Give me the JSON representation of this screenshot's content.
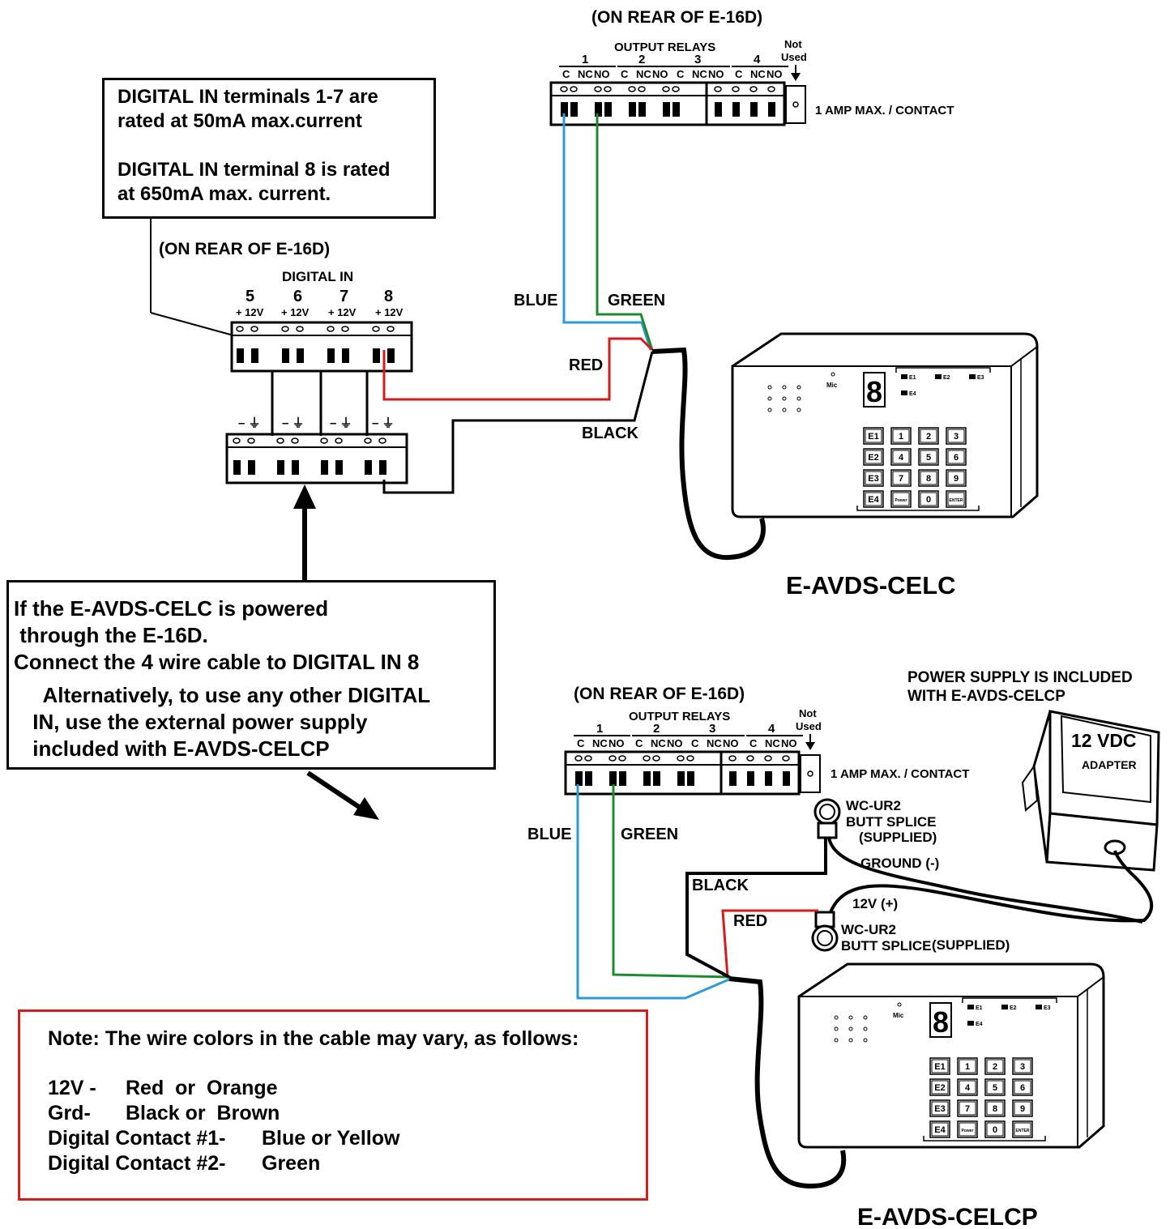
{
  "top_section": {
    "rear_label_relays": "(ON REAR OF E-16D)",
    "output_relays_label": "OUTPUT RELAYS",
    "relay_numbers": [
      "1",
      "2",
      "3",
      "4"
    ],
    "terminal_labels": [
      "C",
      "NC",
      "NO"
    ],
    "not_used_label": [
      "Not",
      "Used"
    ],
    "amp_label": "1 AMP MAX. / CONTACT",
    "rear_label_digital": "(ON REAR OF E-16D)",
    "digital_in_label": "DIGITAL IN",
    "digital_in_numbers": [
      "5",
      "6",
      "7",
      "8"
    ],
    "plus_12v_label": "+ 12V",
    "ground_symbol_label": "– ⏚",
    "wire_labels": {
      "blue": "BLUE",
      "green": "GREEN",
      "red": "RED",
      "black": "BLACK"
    },
    "device_name": "E-AVDS-CELC"
  },
  "ratings_box": {
    "lines": [
      "DIGITAL IN terminals 1-7 are",
      "rated at 50mA max.current",
      "",
      "DIGITAL IN terminal 8 is rated",
      "at 650mA max. current."
    ]
  },
  "power_box": {
    "lines": [
      "If the E-AVDS-CELC is powered",
      " through the E-16D.",
      "Connect the 4 wire cable to DIGITAL IN 8",
      "  Alternatively, to use any other DIGITAL",
      " IN, use the external power supply",
      " included with E-AVDS-CELCP"
    ]
  },
  "bottom_section": {
    "rear_label_relays": "(ON REAR OF E-16D)",
    "output_relays_label": "OUTPUT RELAYS",
    "relay_numbers": [
      "1",
      "2",
      "3",
      "4"
    ],
    "terminal_labels": [
      "C",
      "NC",
      "NO"
    ],
    "not_used_label": [
      "Not",
      "Used"
    ],
    "amp_label": "1 AMP MAX. / CONTACT",
    "power_supply_note": [
      "POWER SUPPLY IS INCLUDED",
      "WITH E-AVDS-CELCP"
    ],
    "adapter_voltage": "12 VDC",
    "adapter_label": "ADAPTER",
    "splice_top": [
      "WC-UR2",
      "BUTT SPLICE",
      "(SUPPLIED)"
    ],
    "ground_label": "GROUND (-)",
    "plus_label": "12V (+)",
    "splice_bottom": [
      "WC-UR2",
      "BUTT SPLICE",
      "(SUPPLIED)"
    ],
    "wire_labels": {
      "blue": "BLUE",
      "green": "GREEN",
      "red": "RED",
      "black": "BLACK"
    },
    "device_name": "E-AVDS-CELCP"
  },
  "device_panel": {
    "mic_label": "Mic",
    "led_labels": [
      "E1",
      "E2",
      "E3",
      "E4"
    ],
    "keys": [
      [
        "E1",
        "1",
        "2",
        "3"
      ],
      [
        "E2",
        "4",
        "5",
        "6"
      ],
      [
        "E3",
        "7",
        "8",
        "9"
      ],
      [
        "E4",
        "Power",
        "0",
        "ENTER"
      ]
    ]
  },
  "note_box": {
    "heading": "Note: The wire colors in the cable may vary, as follows:",
    "rows": [
      {
        "label": "12V -",
        "value": "Red  or  Orange"
      },
      {
        "label": "Grd-",
        "value": "Black or  Brown"
      },
      {
        "label": "Digital Contact #1-",
        "value": "Blue or Yellow"
      },
      {
        "label": "Digital Contact #2-",
        "value": "Green"
      }
    ]
  },
  "colors": {
    "blue_wire": "#2f9bd6",
    "green_wire": "#1e8a2e",
    "red_wire": "#d31c1c",
    "black_wire": "#000000",
    "note_border": "#d01f1f"
  }
}
